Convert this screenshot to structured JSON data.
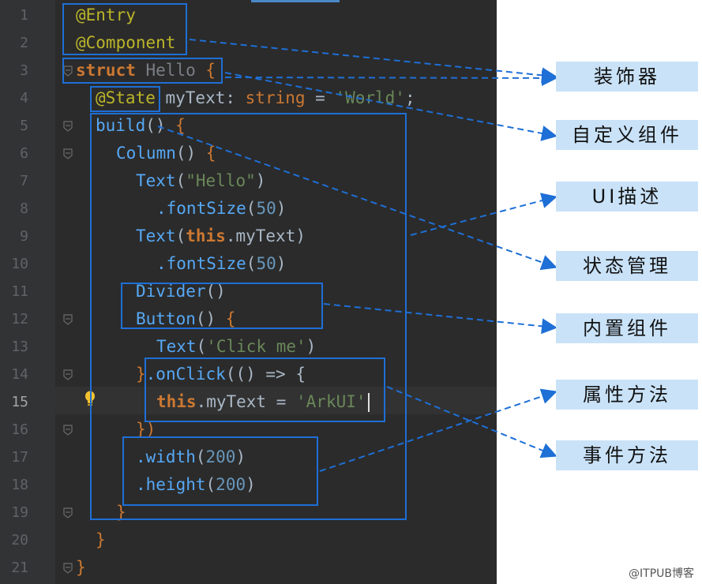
{
  "line_numbers": [
    "1",
    "2",
    "3",
    "4",
    "5",
    "6",
    "7",
    "8",
    "9",
    "10",
    "11",
    "12",
    "13",
    "14",
    "15",
    "16",
    "17",
    "18",
    "19",
    "20",
    "21"
  ],
  "code": {
    "l1": [
      {
        "t": "@Entry",
        "c": "ann"
      }
    ],
    "l2": [
      {
        "t": "@Component",
        "c": "ann"
      }
    ],
    "l3": [
      {
        "t": "struct",
        "c": "kw"
      },
      {
        "t": " ",
        "c": "pl"
      },
      {
        "t": "Hello",
        "c": "gray"
      },
      {
        "t": " {",
        "c": "br"
      }
    ],
    "l4": [
      {
        "t": "@State",
        "c": "ann"
      },
      {
        "t": " myText: ",
        "c": "pl"
      },
      {
        "t": "string",
        "c": "kw2"
      },
      {
        "t": " = ",
        "c": "pl"
      },
      {
        "t": "'World'",
        "c": "str"
      },
      {
        "t": ";",
        "c": "pl"
      }
    ],
    "l5": [
      {
        "t": "build",
        "c": "fn"
      },
      {
        "t": "()",
        "c": "pl"
      },
      {
        "t": " {",
        "c": "br"
      }
    ],
    "l6": [
      {
        "t": "Column",
        "c": "fn"
      },
      {
        "t": "()",
        "c": "pl"
      },
      {
        "t": " {",
        "c": "br"
      }
    ],
    "l7": [
      {
        "t": "Text",
        "c": "fn"
      },
      {
        "t": "(",
        "c": "pl"
      },
      {
        "t": "\"Hello\"",
        "c": "str"
      },
      {
        "t": ")",
        "c": "pl"
      }
    ],
    "l8": [
      {
        "t": ".fontSize",
        "c": "fn"
      },
      {
        "t": "(",
        "c": "pl"
      },
      {
        "t": "50",
        "c": "num"
      },
      {
        "t": ")",
        "c": "pl"
      }
    ],
    "l9": [
      {
        "t": "Text",
        "c": "fn"
      },
      {
        "t": "(",
        "c": "pl"
      },
      {
        "t": "this",
        "c": "kw"
      },
      {
        "t": ".myText)",
        "c": "pl"
      }
    ],
    "l10": [
      {
        "t": ".fontSize",
        "c": "fn"
      },
      {
        "t": "(",
        "c": "pl"
      },
      {
        "t": "50",
        "c": "num"
      },
      {
        "t": ")",
        "c": "pl"
      }
    ],
    "l11": [
      {
        "t": "Divider",
        "c": "fn"
      },
      {
        "t": "()",
        "c": "pl"
      }
    ],
    "l12": [
      {
        "t": "Button",
        "c": "fn"
      },
      {
        "t": "()",
        "c": "pl"
      },
      {
        "t": " {",
        "c": "br"
      }
    ],
    "l13": [
      {
        "t": "Text",
        "c": "fn"
      },
      {
        "t": "(",
        "c": "pl"
      },
      {
        "t": "'Click me'",
        "c": "str"
      },
      {
        "t": ")",
        "c": "pl"
      }
    ],
    "l14": [
      {
        "t": "}",
        "c": "br"
      },
      {
        "t": ".onClick",
        "c": "fn"
      },
      {
        "t": "(() => {",
        "c": "pl"
      }
    ],
    "l15": [
      {
        "t": "this",
        "c": "kw"
      },
      {
        "t": ".myText = ",
        "c": "pl"
      },
      {
        "t": "'ArkUI'",
        "c": "str"
      }
    ],
    "l16": [
      {
        "t": "})",
        "c": "br"
      }
    ],
    "l17": [
      {
        "t": ".width",
        "c": "fn"
      },
      {
        "t": "(",
        "c": "pl"
      },
      {
        "t": "200",
        "c": "num"
      },
      {
        "t": ")",
        "c": "pl"
      }
    ],
    "l18": [
      {
        "t": ".height",
        "c": "fn"
      },
      {
        "t": "(",
        "c": "pl"
      },
      {
        "t": "200",
        "c": "num"
      },
      {
        "t": ")",
        "c": "pl"
      }
    ],
    "l19": [
      {
        "t": "}",
        "c": "br"
      }
    ],
    "l20": [
      {
        "t": "}",
        "c": "br"
      }
    ],
    "l21": [
      {
        "t": "}",
        "c": "br"
      }
    ]
  },
  "labels": {
    "decorator": "装饰器",
    "custom_component": "自定义组件",
    "ui_description": "UI描述",
    "state_management": "状态管理",
    "builtin_component": "内置组件",
    "attribute_method": "属性方法",
    "event_method": "事件方法"
  },
  "watermark": "@ITPUB博客",
  "colors": {
    "editor_bg": "#2b2b2b",
    "annotation": "#bbb529",
    "keyword": "#cc7832",
    "string": "#6a8759",
    "number": "#6897bb",
    "function": "#56a8f5",
    "box_border": "#1e6fd6",
    "label_bg": "#c9e2f8"
  }
}
